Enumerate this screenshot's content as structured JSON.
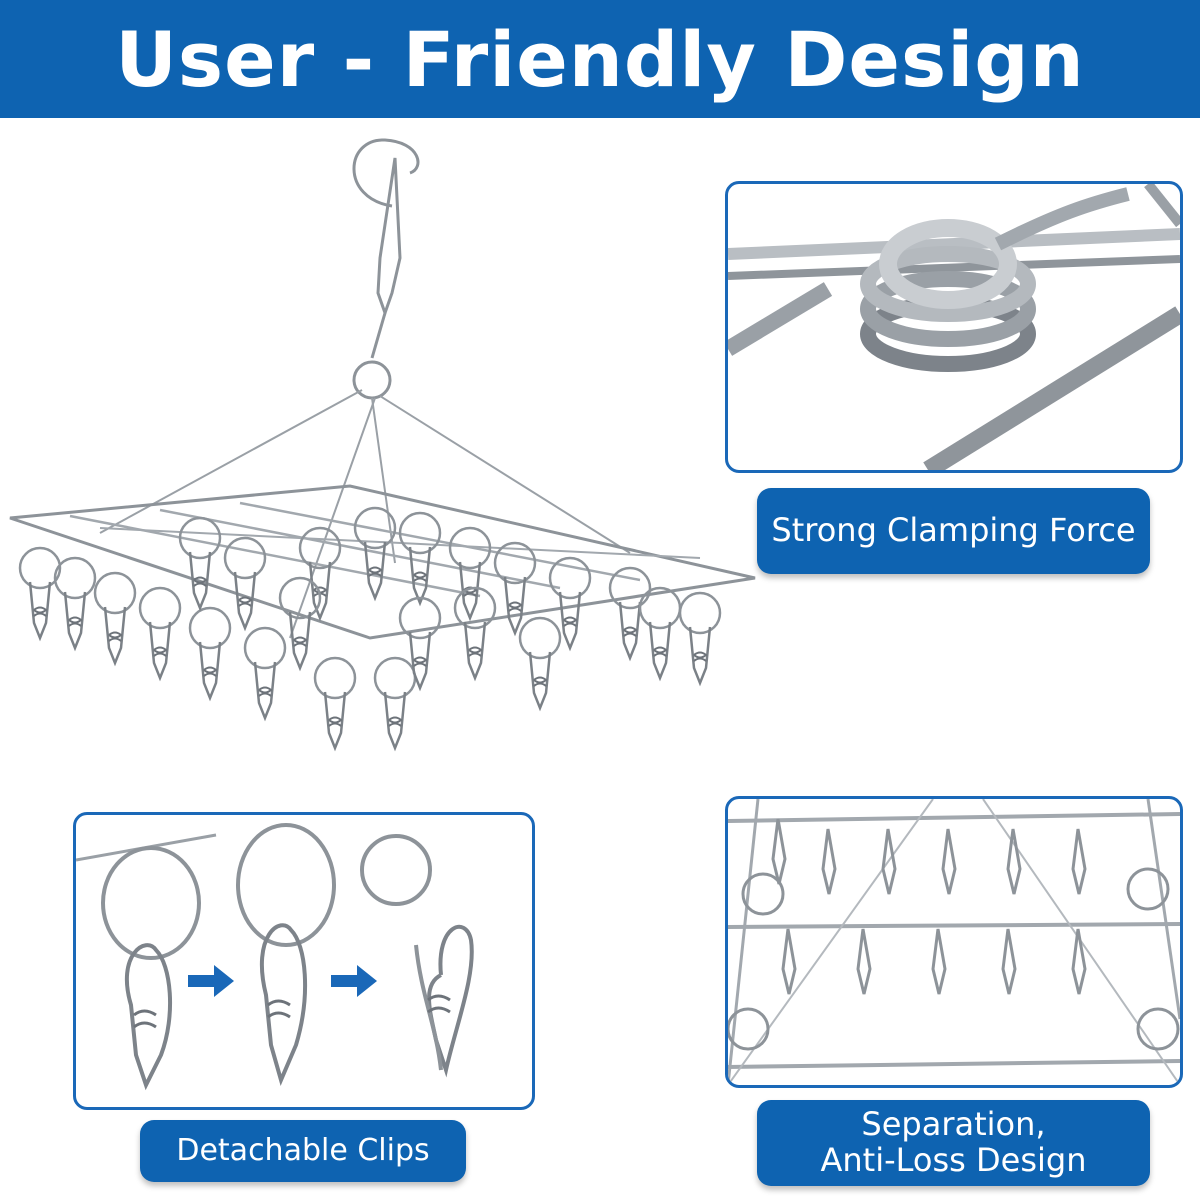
{
  "header": {
    "title": "User - Friendly Design"
  },
  "features": {
    "clamping": {
      "label": "Strong Clamping Force"
    },
    "detachable": {
      "label": "Detachable Clips"
    },
    "separation": {
      "label_line1": "Separation,",
      "label_line2": "Anti-Loss Design"
    }
  },
  "colors": {
    "brand_blue": "#0e63b1",
    "panel_border": "#1a68b8",
    "steel": "#9aa0a6"
  }
}
